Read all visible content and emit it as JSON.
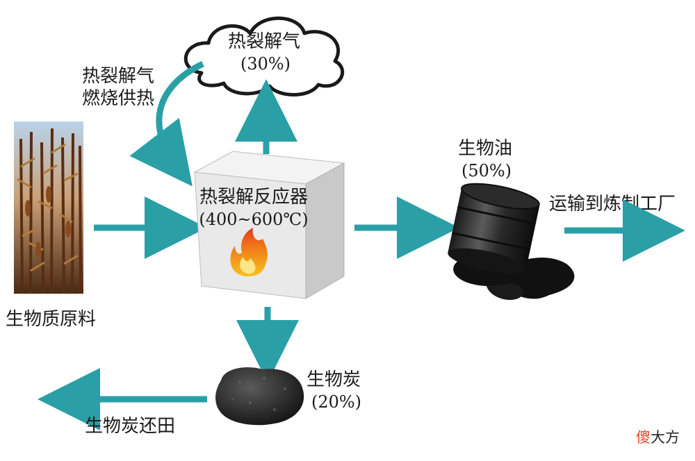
{
  "gas": {
    "name": "热裂解气",
    "pct": "(30%)"
  },
  "gas_heat": {
    "line1": "热裂解气",
    "line2": "燃烧供热"
  },
  "reactor": {
    "line1": "热裂解反应器",
    "line2": "(400~600℃)"
  },
  "feedstock": {
    "label": "生物质原料"
  },
  "oil": {
    "name": "生物油",
    "pct": "(50%)"
  },
  "transport": {
    "label": "运输到炼制工厂"
  },
  "char": {
    "name": "生物炭",
    "pct": "(20%)"
  },
  "char_return": {
    "label": "生物炭还田"
  },
  "watermark": {
    "part1": "傻",
    "part2": "大方"
  },
  "colors": {
    "arrow": "#2a9fa6",
    "cube_top": "#f2f2f2",
    "cube_front": "#e6e6e6",
    "cube_side": "#c9c9c9",
    "fire": "#f5a623"
  },
  "icons": [
    "cloud-icon",
    "reactor-cube-icon",
    "fire-icon",
    "oil-barrel-icon",
    "biochar-lump-icon",
    "corn-field-image"
  ]
}
